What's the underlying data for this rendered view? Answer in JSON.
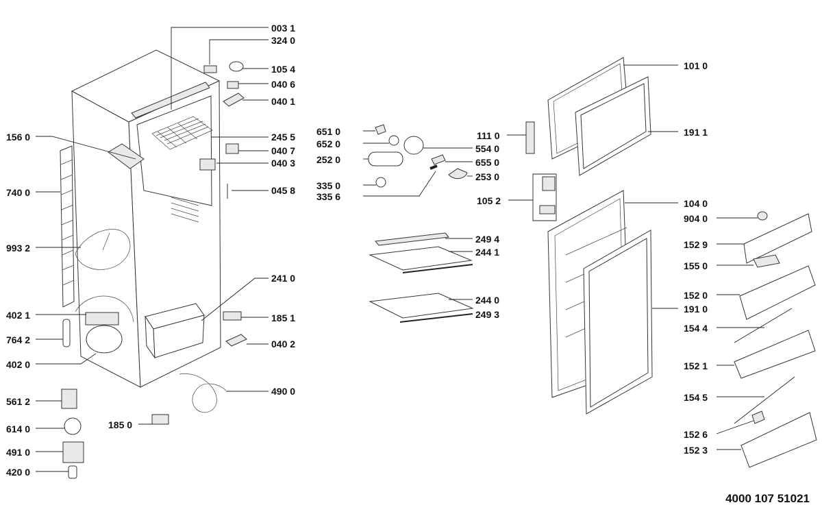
{
  "document_number": "4000 107 51021",
  "labels": {
    "p0031": "003 1",
    "p3240": "324 0",
    "p1054": "105 4",
    "p0406": "040 6",
    "p0401": "040 1",
    "p1560": "156 0",
    "p2455": "245 5",
    "p0407": "040 7",
    "p0403": "040 3",
    "p7400": "740 0",
    "p0458": "045 8",
    "p9932": "993 2",
    "p2410": "241 0",
    "p4021": "402 1",
    "p1851": "185 1",
    "p7642": "764 2",
    "p0402": "040 2",
    "p4020": "402 0",
    "p4900": "490 0",
    "p5612": "561 2",
    "p6140": "614 0",
    "p1850": "185 0",
    "p4910": "491 0",
    "p4200": "420 0",
    "p6510": "651 0",
    "p6520": "652 0",
    "p2520": "252 0",
    "p3350": "335 0",
    "p3356": "335 6",
    "p1110": "111 0",
    "p5540": "554 0",
    "p6550": "655 0",
    "p2530": "253 0",
    "p1052": "105 2",
    "p2494": "249 4",
    "p2441": "244 1",
    "p2440": "244 0",
    "p2493": "249 3",
    "p1010": "101 0",
    "p1911": "191 1",
    "p1040": "104 0",
    "p9040": "904 0",
    "p1529": "152 9",
    "p1550": "155 0",
    "p1520": "152 0",
    "p1910": "191 0",
    "p1544": "154 4",
    "p1521": "152 1",
    "p1545": "154 5",
    "p1526": "152 6",
    "p1523": "152 3"
  }
}
